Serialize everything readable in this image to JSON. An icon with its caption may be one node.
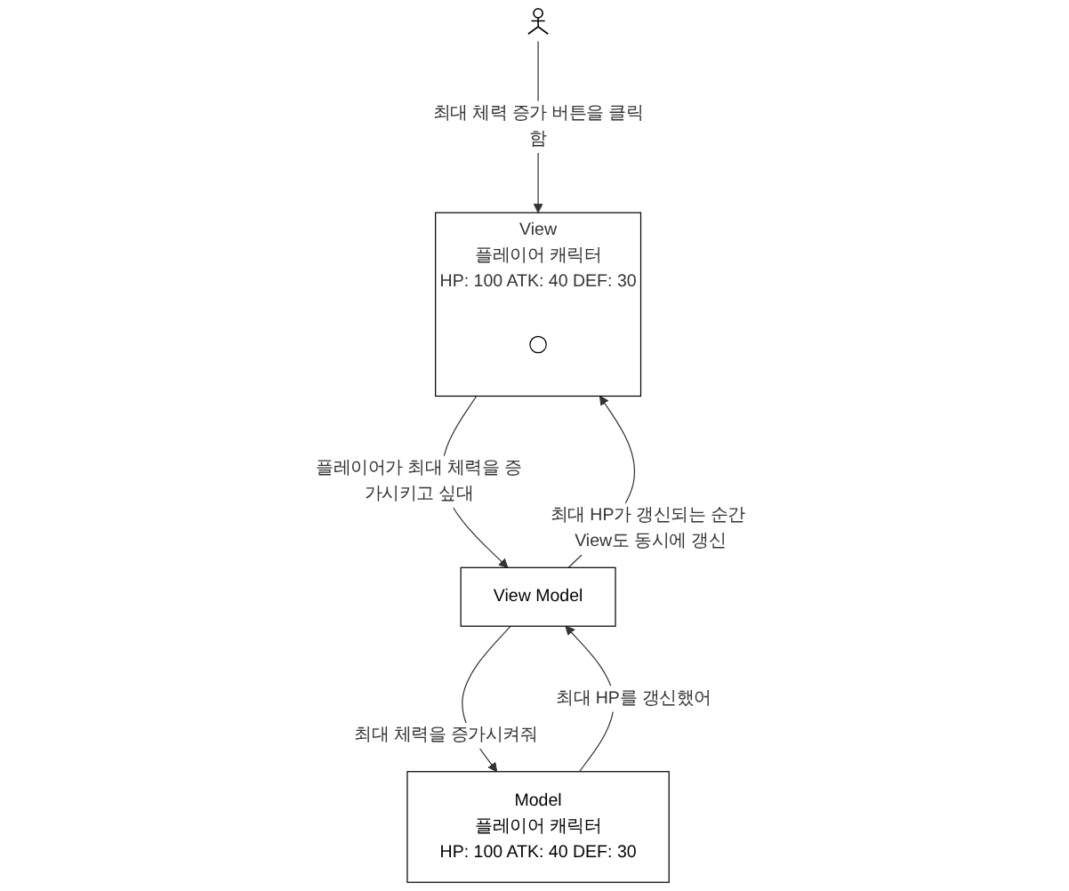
{
  "diagram": {
    "nodes": [
      {
        "text": [
          "View",
          "플레이어 캐릭터",
          "HP: 100 ATK: 40 DEF: 30"
        ]
      },
      {
        "text": [],
        "shape": "circle",
        "in": 0
      },
      {
        "text": [],
        "shape": "person"
      },
      {
        "text": [
          "View Model"
        ]
      },
      {
        "text": [
          "Model",
          "플레이어 캐릭터",
          "HP: 100 ATK: 40 DEF: 30"
        ]
      }
    ],
    "edges": [
      {
        "from": 2,
        "to": 0,
        "arrow": "to",
        "label": "최대 체력 증가 버튼을 클릭함"
      },
      {
        "from": 0,
        "to": 3,
        "arrow": "to",
        "label": "플레이어가 최대 체력을 증가시키고 싶대"
      },
      {
        "from": 3,
        "to": 0,
        "arrow": "to",
        "label": "최대 HP가 갱신되는 순간 View도 동시에 갱신"
      },
      {
        "from": 3,
        "to": 4,
        "arrow": "to",
        "label": "최대 체력을 증가시켜줘"
      },
      {
        "from": 4,
        "to": 3,
        "arrow": "to",
        "label": "최대 HP를 갱신했어"
      }
    ]
  }
}
